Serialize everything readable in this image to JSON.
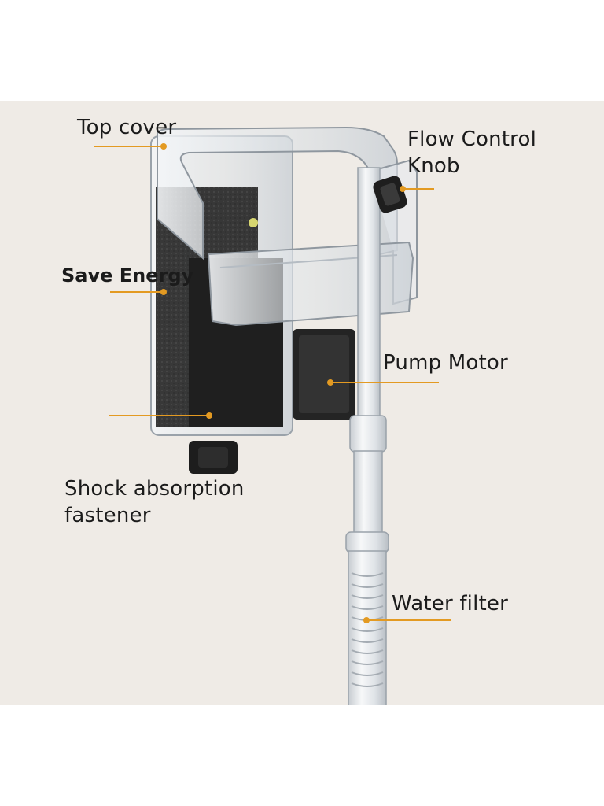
{
  "callouts": {
    "top_cover": "Top cover",
    "flow_control_knob": "Flow Control\nKnob",
    "save_energy": "Save Energy",
    "pump_motor": "Pump Motor",
    "shock_absorption_fastener": "Shock absorption\nfastener",
    "water_filter": "Water filter"
  },
  "colors": {
    "background": "#efebe6",
    "leader_line": "#e39a22",
    "leader_dot": "#e39a22",
    "label_text": "#1b1b1b",
    "sponge": "#2a2a2a",
    "housing": "#d9dee3"
  }
}
